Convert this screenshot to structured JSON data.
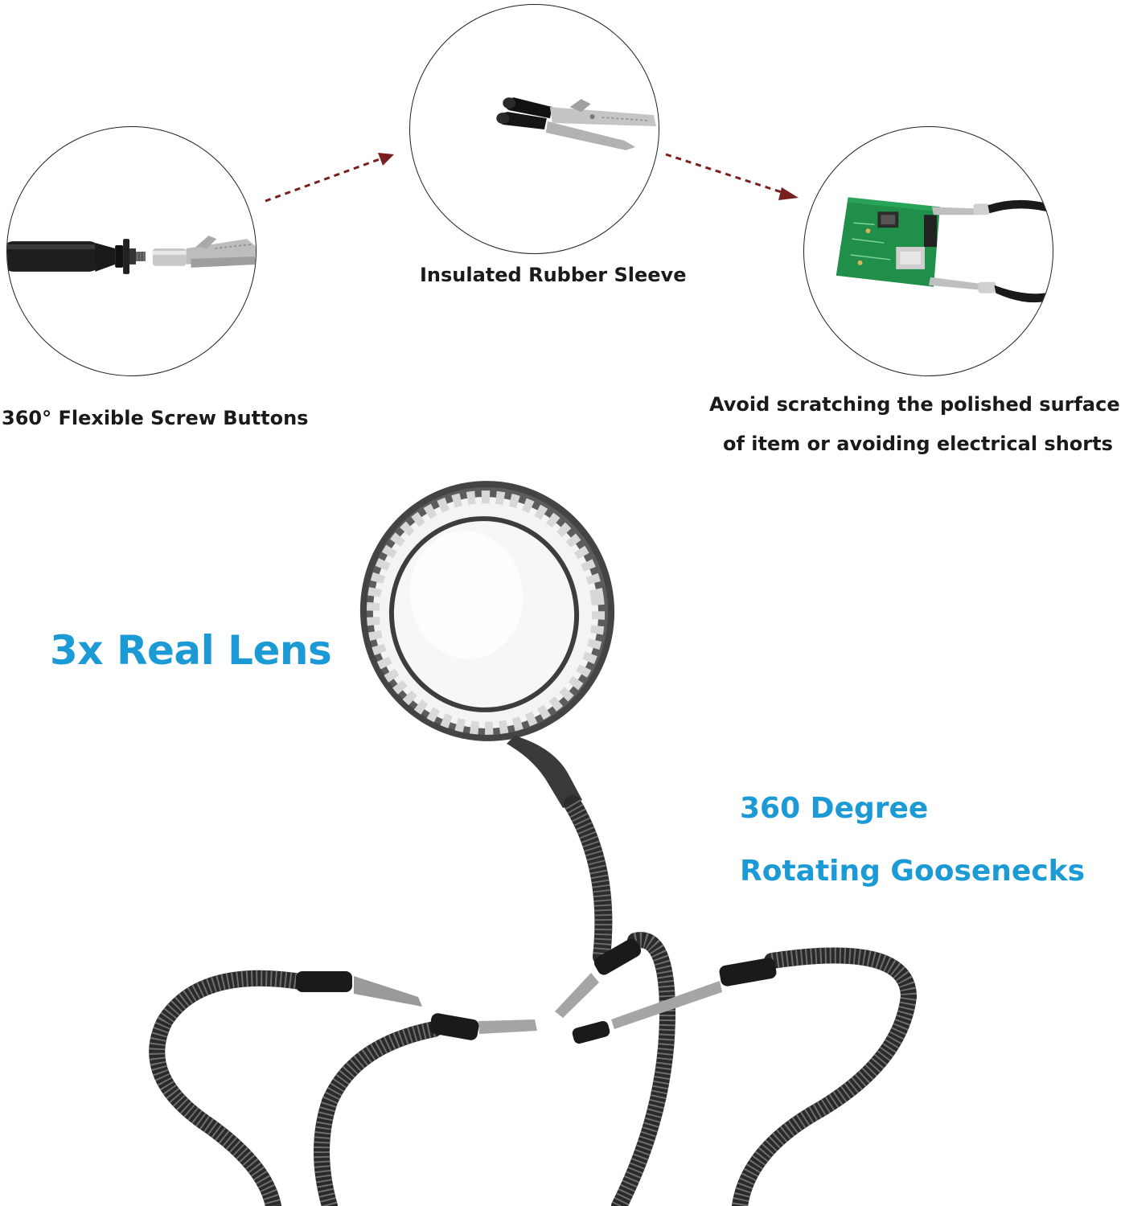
{
  "captions": {
    "screw_buttons": "360° Flexible Screw Buttons",
    "rubber_sleeve": "Insulated Rubber Sleeve",
    "avoid_line1": "Avoid scratching the polished surface",
    "avoid_line2": "of item or avoiding electrical shorts"
  },
  "features": {
    "lens": "3x Real Lens",
    "goose_line1": "360 Degree",
    "goose_line2": "Rotating Goosenecks"
  },
  "colors": {
    "feature_text": "#1b9ad6",
    "arrow": "#7a1f1f",
    "pcb": "#1f8f4a"
  },
  "icons": {
    "arrow_1": "dashed-arrow-icon",
    "arrow_2": "dashed-arrow-icon"
  }
}
